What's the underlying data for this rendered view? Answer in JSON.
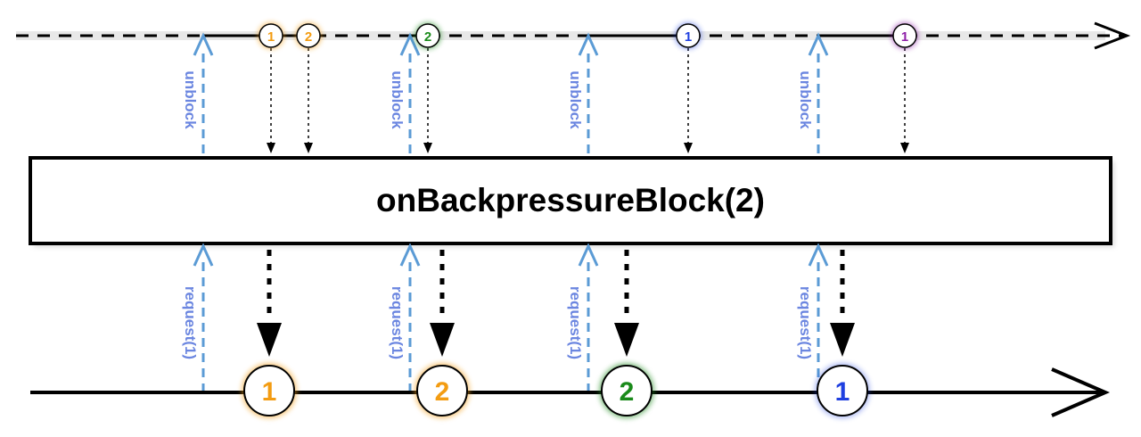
{
  "operator": {
    "label": "onBackpressureBlock(2)"
  },
  "colors": {
    "orange": "#f39c12",
    "green": "#1a8a1a",
    "blue": "#1f3fe0",
    "purple": "#8e1fa8",
    "signal_blue": "#6b86e0",
    "arrow_blue": "#5b9bd5"
  },
  "upstream": {
    "items": [
      {
        "label": "1",
        "color": "orange"
      },
      {
        "label": "2",
        "color": "orange"
      },
      {
        "label": "2",
        "color": "green"
      },
      {
        "label": "1",
        "color": "blue"
      },
      {
        "label": "1",
        "color": "purple"
      }
    ],
    "unblock_label": "unblock"
  },
  "downstream": {
    "items": [
      {
        "label": "1",
        "color": "orange"
      },
      {
        "label": "2",
        "color": "orange"
      },
      {
        "label": "2",
        "color": "green"
      },
      {
        "label": "1",
        "color": "blue"
      }
    ],
    "request_label": "request(1)"
  }
}
